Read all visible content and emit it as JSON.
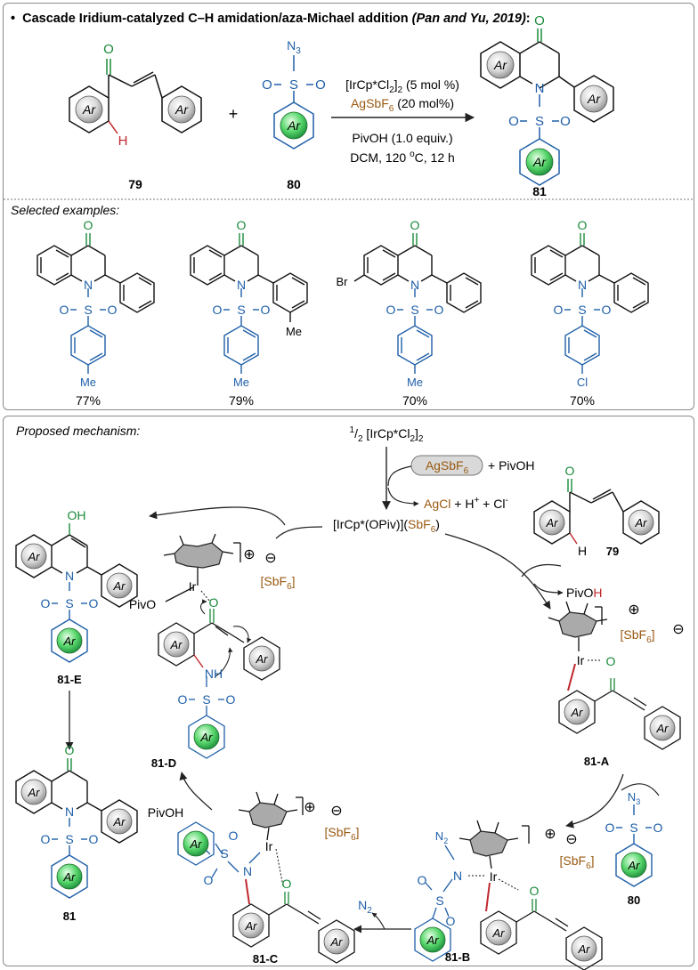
{
  "header": {
    "bullet": "•",
    "title_main": "Cascade Iridium-catalyzed C–H amidation/aza-Michael addition ",
    "title_cite": "(Pan and Yu, 2019)",
    "title_colon": ":"
  },
  "scheme": {
    "plus": "+",
    "substrate1": "79",
    "substrate2": "80",
    "product": "81",
    "reagents": {
      "cat_a": "[IrCp*Cl",
      "cat_sub1": "2",
      "cat_b": "]",
      "cat_sub2": "2",
      "cat_c": " (5 mol %)",
      "add_a": "AgSbF",
      "add_sub": "6",
      "add_b": " (20 mol%)",
      "acid": "PivOH (1.0 equiv.)",
      "cond_a": "DCM, 120 ",
      "cond_sup": "o",
      "cond_b": "C, 12 h"
    }
  },
  "examples": {
    "heading": "Selected examples:",
    "items": [
      {
        "sub_aryl": "",
        "para": "Me",
        "yield": "77%"
      },
      {
        "sub_aryl": "Me",
        "para": "Me",
        "yield": "79%"
      },
      {
        "sub_aryl": "",
        "para": "Me",
        "yield": "70%",
        "ring_sub": "Br"
      },
      {
        "sub_aryl": "",
        "para": "Cl",
        "yield": "70%"
      }
    ]
  },
  "mechanism": {
    "heading": "Proposed mechanism:",
    "start_frac_sup": "1",
    "start_frac_sub": "2",
    "start_a": " [IrCp*Cl",
    "start_sub1": "2",
    "start_b": "]",
    "start_sub2": "2",
    "agsbf6_a": "AgSbF",
    "agsbf6_sub": "6",
    "plus_pivoh": "+ PivOH",
    "agcl_a": "AgCl",
    "agcl_b": " + H",
    "agcl_sup1": "+",
    "agcl_c": " + Cl",
    "agcl_sup2": "-",
    "active_a": "[IrCp*(OPiv)](",
    "active_b": "SbF",
    "active_sub": "6",
    "active_c": ")",
    "pivoh_out_a": "PivO",
    "pivoh_out_b": "H",
    "pivoh_in": "PivOH",
    "n2": "N",
    "n2_sub": "2",
    "counter_a": "[SbF",
    "counter_sub": "6",
    "counter_b": "]",
    "plus_sign": "⊕",
    "minus_sign": "⊖",
    "labels": {
      "e": "81-E",
      "d": "81-D",
      "a": "81-A",
      "b": "81-B",
      "c": "81-C",
      "p": "81",
      "s79": "79",
      "s80": "80"
    }
  },
  "atoms": {
    "ar": "Ar",
    "N": "N",
    "S": "S",
    "O": "O",
    "OH": "OH",
    "H": "H",
    "NH": "NH",
    "Ir": "Ir",
    "N3": "N",
    "N3_sub": "3",
    "PivO": "PivO"
  },
  "colors": {
    "green": "#1a8a3a",
    "blue": "#1f5fa8",
    "brown": "#9a5a12",
    "red": "#c0272d",
    "border": "#8a8a8a"
  }
}
